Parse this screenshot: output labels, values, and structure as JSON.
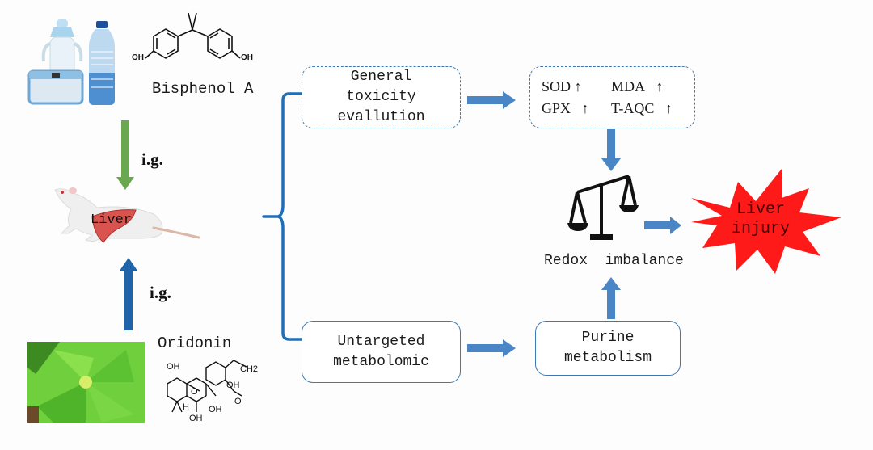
{
  "inputs": {
    "bpa": {
      "label": "Bisphenol A",
      "structure_labels": [
        "OH",
        "OH"
      ],
      "image_icon": "plastic-containers-icon"
    },
    "oridonin": {
      "label": "Oridonin",
      "structure_labels": [
        "OH",
        "CH2",
        "OH",
        "O",
        "O",
        "H",
        "OH",
        "OH"
      ],
      "image_icon": "plant-leaves-icon"
    }
  },
  "routes": {
    "top": {
      "label": "i.g.",
      "color": "#6aa84f"
    },
    "bottom": {
      "label": "i.g.",
      "color": "#1f63a8"
    }
  },
  "rat": {
    "organ_label": "Liver",
    "organ_color": "#d9534f"
  },
  "flow": {
    "general_toxicity": {
      "lines": [
        "General",
        "toxicity",
        "evallution"
      ]
    },
    "biomarkers": {
      "items": [
        {
          "name": "SOD",
          "arrow": "↑"
        },
        {
          "name": "MDA",
          "arrow": "↑"
        },
        {
          "name": "GPX",
          "arrow": "↑"
        },
        {
          "name": "T-AQC",
          "arrow": "↑"
        }
      ]
    },
    "untargeted": {
      "lines": [
        "Untargeted",
        "metabolomic"
      ]
    },
    "purine": {
      "lines": [
        "Purine",
        "metabolism"
      ]
    },
    "redox": {
      "label_a": "Redox",
      "label_b": "imbalance"
    },
    "outcome": {
      "lines": [
        "Liver",
        "injury"
      ],
      "color": "#ff1a1a"
    }
  },
  "colors": {
    "arrow_blue": "#4a86c5",
    "box_border": "#3d78b0",
    "bracket": "#1f6fb8"
  }
}
